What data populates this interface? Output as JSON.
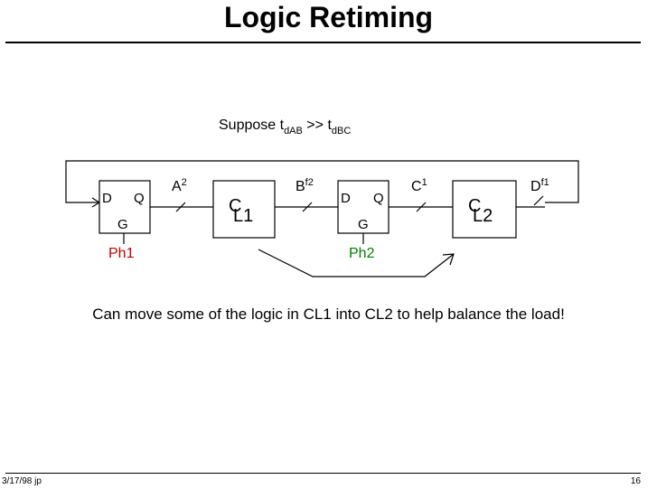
{
  "title": "Logic Retiming",
  "header_line": {
    "prefix": "Suppose t",
    "sub1": "dAB",
    "mid": " >> t",
    "sub2": "dBC"
  },
  "latch1": {
    "d": "D",
    "q": "Q",
    "g": "G",
    "clock": "Ph1",
    "clock_color": "#c00000"
  },
  "latch2": {
    "d": "D",
    "q": "Q",
    "g": "G",
    "clock": "Ph2",
    "clock_color": "#008000"
  },
  "cl1": {
    "c": "C",
    "l": "L1"
  },
  "cl2": {
    "c": "C",
    "l": "L2"
  },
  "signals": {
    "a": {
      "name": "A",
      "sup": "2"
    },
    "b": {
      "name": "B",
      "sup": "f2"
    },
    "c": {
      "name": "C",
      "sup": "1"
    },
    "d": {
      "name": "D",
      "sup": "f1"
    }
  },
  "note": "Can move some of the logic in CL1 into CL2 to help balance the load!",
  "footer": {
    "date": "3/17/98 jp",
    "page": "16"
  },
  "colors": {
    "ph1": "#c00000",
    "ph2": "#008000"
  }
}
